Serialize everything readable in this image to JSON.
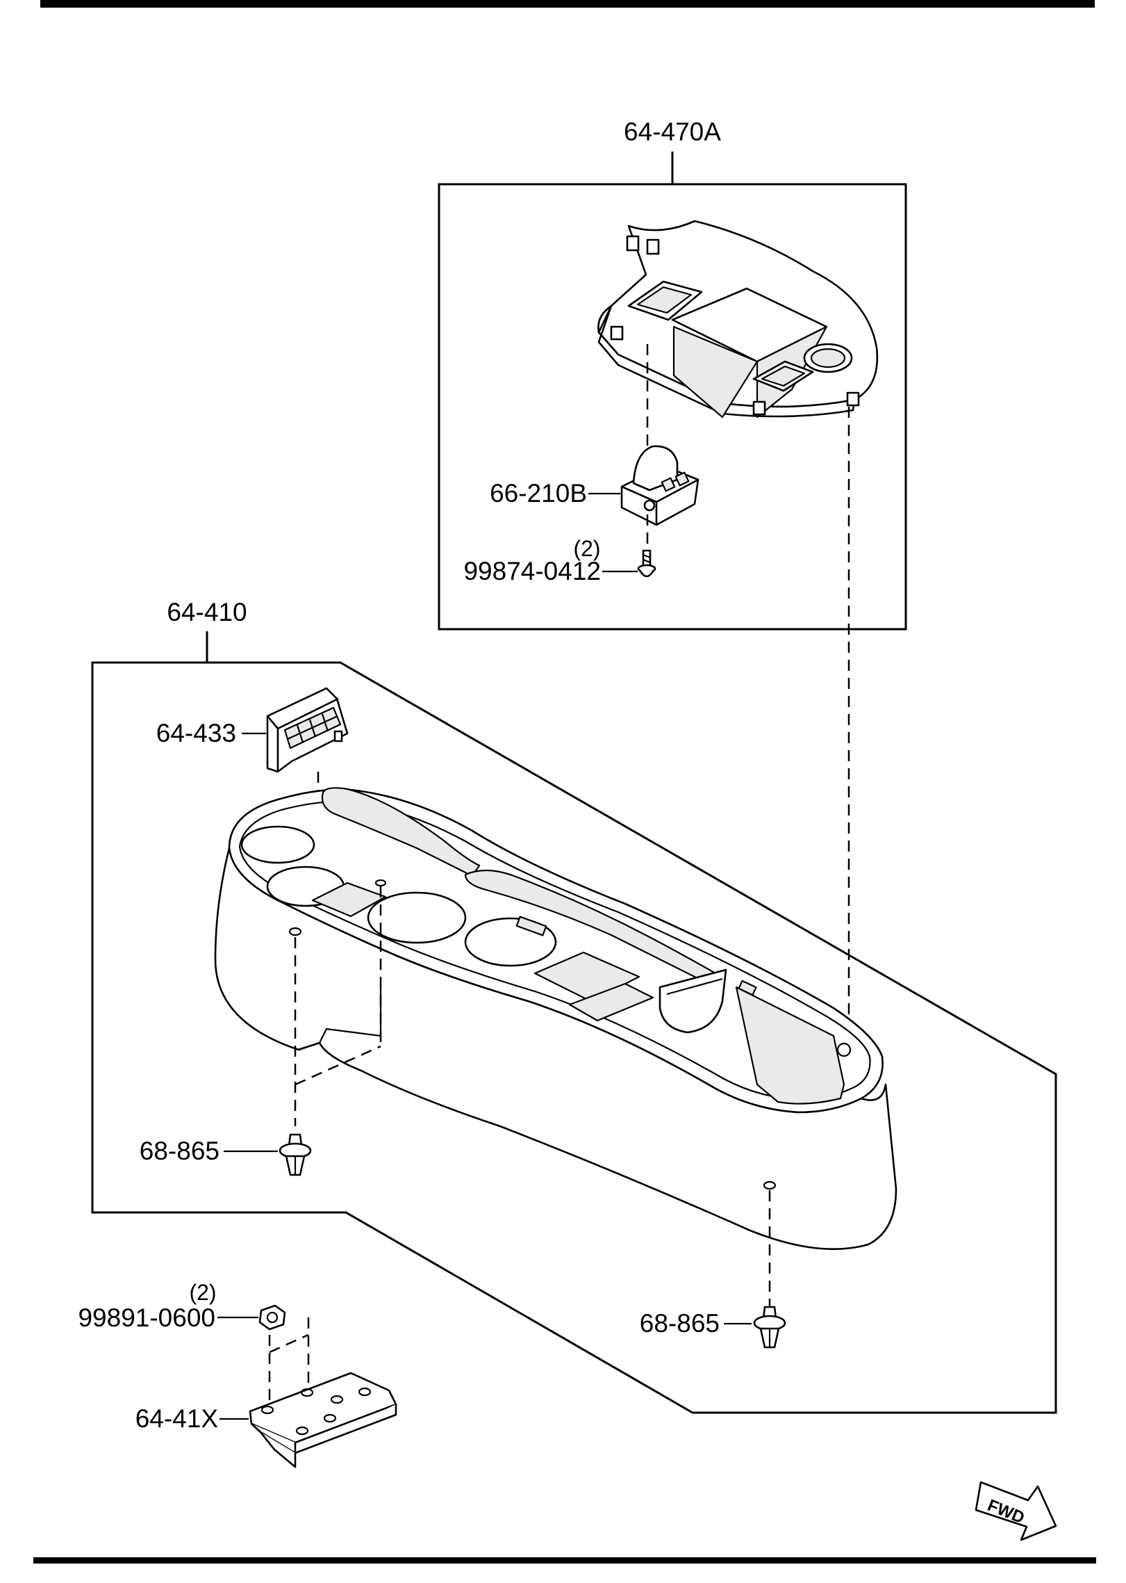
{
  "parts": {
    "center_console_assembly": "64-410",
    "console_lid_panel": "64-470A",
    "switch": "66-210B",
    "screw": "99874-0412",
    "screw_qty": "(2)",
    "vent_grille": "64-433",
    "clip_left": "68-865",
    "clip_right": "68-865",
    "nut": "99891-0600",
    "nut_qty": "(2)",
    "bracket": "64-41X"
  },
  "fwd_badge": "FWD"
}
